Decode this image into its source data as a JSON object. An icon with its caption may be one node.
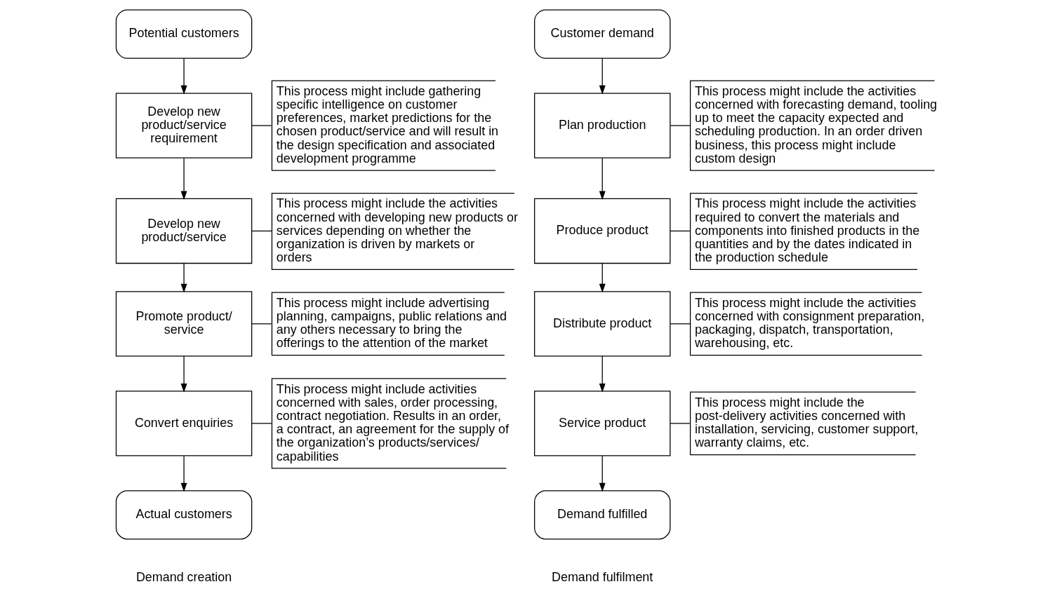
{
  "diagram": {
    "nodes": [
      {
        "text": [
          "Potential customers"
        ]
      },
      {
        "text": [
          "Develop new product/service requirement"
        ]
      },
      {
        "text": [
          "This process might include gathering specific intelligence on customer preferences, market predictions for the chosen product/service and will result in the design specification and associated development programme"
        ]
      },
      {
        "text": [
          "Develop new product/service"
        ]
      },
      {
        "text": [
          "This process might include the activities concerned with developing new products or services depending on whether the organization is driven by markets or orders"
        ]
      },
      {
        "text": [
          "Promote product/ service"
        ]
      },
      {
        "text": [
          "This process might include advertising planning, campaigns, public relations and any others necessary to bring the offerings to the attention of the market"
        ]
      },
      {
        "text": [
          "Convert enquiries"
        ]
      },
      {
        "text": [
          "This process might include activities concerned with sales, order processing, contract negotiation. Results in an order, a contract, an agreement for the supply of the organization’s products/services/ capabilities"
        ]
      },
      {
        "text": [
          "Actual customers"
        ]
      },
      {
        "text": [
          "Customer demand"
        ]
      },
      {
        "text": [
          "Plan production"
        ]
      },
      {
        "text": [
          "This process might include the activities concerned with forecasting demand, tooling up to meet the capacity expected and scheduling production. In an order driven business, this process might include custom design"
        ]
      },
      {
        "text": [
          "Produce product"
        ]
      },
      {
        "text": [
          "This process might include the activities required to convert the materials and components into finished products in the quantities and by the dates indicated in the production schedule"
        ]
      },
      {
        "text": [
          "Distribute product"
        ]
      },
      {
        "text": [
          "This process might include the activities concerned with consignment preparation, packaging, dispatch, transportation, warehousing, etc."
        ]
      },
      {
        "text": [
          "Service product"
        ]
      },
      {
        "text": [
          "This process might include the post-delivery activities concerned with installation, servicing, customer support, warranty claims, etc."
        ]
      },
      {
        "text": [
          "Demand fulfilled"
        ]
      }
    ],
    "edges": [
      {
        "from": 0,
        "to": 1,
        "arrow": "to"
      },
      {
        "from": 1,
        "to": 2,
        "arrow": "none"
      },
      {
        "from": 1,
        "to": 3,
        "arrow": "to"
      },
      {
        "from": 3,
        "to": 4,
        "arrow": "none"
      },
      {
        "from": 3,
        "to": 5,
        "arrow": "to"
      },
      {
        "from": 5,
        "to": 6,
        "arrow": "none"
      },
      {
        "from": 5,
        "to": 7,
        "arrow": "to"
      },
      {
        "from": 7,
        "to": 8,
        "arrow": "none"
      },
      {
        "from": 7,
        "to": 9,
        "arrow": "to"
      },
      {
        "from": 10,
        "to": 11,
        "arrow": "to"
      },
      {
        "from": 11,
        "to": 12,
        "arrow": "none"
      },
      {
        "from": 11,
        "to": 13,
        "arrow": "to"
      },
      {
        "from": 13,
        "to": 14,
        "arrow": "none"
      },
      {
        "from": 13,
        "to": 15,
        "arrow": "to"
      },
      {
        "from": 15,
        "to": 16,
        "arrow": "none"
      },
      {
        "from": 15,
        "to": 17,
        "arrow": "to"
      },
      {
        "from": 17,
        "to": 18,
        "arrow": "none"
      },
      {
        "from": 17,
        "to": 19,
        "arrow": "to"
      }
    ],
    "labels": [
      "Demand creation",
      "Demand fulfilment"
    ]
  }
}
